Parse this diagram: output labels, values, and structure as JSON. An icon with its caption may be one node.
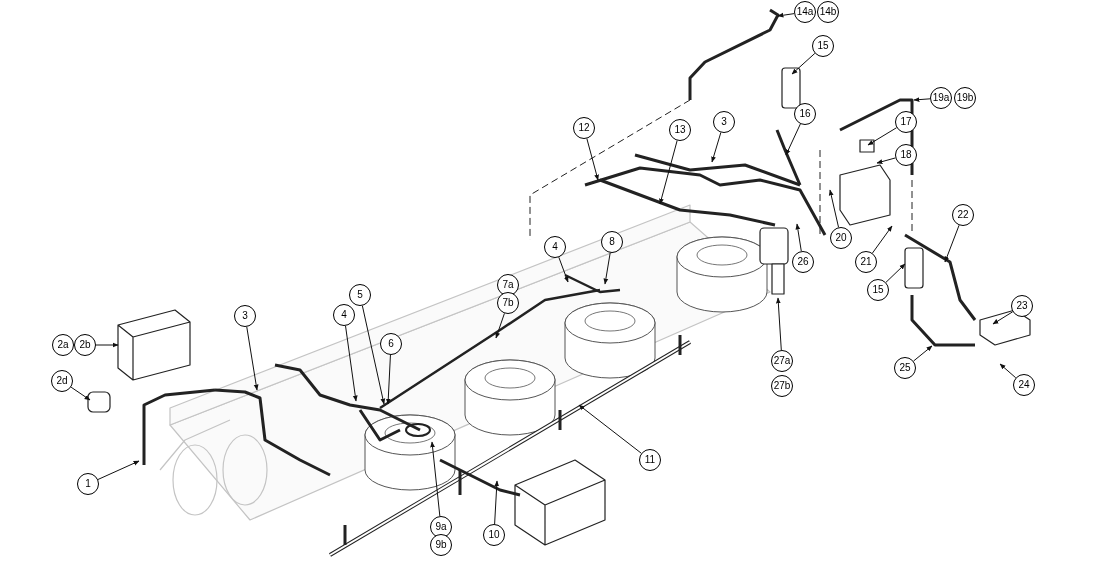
{
  "diagram": {
    "nodes": [
      {
        "text": [
          "14a"
        ]
      },
      {
        "text": [
          "14b"
        ]
      },
      {
        "text": [
          "15"
        ]
      },
      {
        "text": [
          "19a"
        ]
      },
      {
        "text": [
          "19b"
        ]
      },
      {
        "text": [
          "16"
        ]
      },
      {
        "text": [
          "3"
        ]
      },
      {
        "text": [
          "12"
        ]
      },
      {
        "text": [
          "13"
        ]
      },
      {
        "text": [
          "17"
        ]
      },
      {
        "text": [
          "18"
        ]
      },
      {
        "text": [
          "22"
        ]
      },
      {
        "text": [
          "20"
        ]
      },
      {
        "text": [
          "4"
        ]
      },
      {
        "text": [
          "8"
        ]
      },
      {
        "text": [
          "21"
        ]
      },
      {
        "text": [
          "26"
        ]
      },
      {
        "text": [
          "15"
        ]
      },
      {
        "text": [
          "7a"
        ]
      },
      {
        "text": [
          "7b"
        ]
      },
      {
        "text": [
          "5"
        ]
      },
      {
        "text": [
          "23"
        ]
      },
      {
        "text": [
          "4"
        ]
      },
      {
        "text": [
          "3"
        ]
      },
      {
        "text": [
          "2a"
        ]
      },
      {
        "text": [
          "2b"
        ]
      },
      {
        "text": [
          "6"
        ]
      },
      {
        "text": [
          "27a"
        ]
      },
      {
        "text": [
          "25"
        ]
      },
      {
        "text": [
          "24"
        ]
      },
      {
        "text": [
          "27b"
        ]
      },
      {
        "text": [
          "2d"
        ]
      },
      {
        "text": [
          "11"
        ]
      },
      {
        "text": [
          "1"
        ]
      },
      {
        "text": [
          "9a"
        ]
      },
      {
        "text": [
          "10"
        ]
      },
      {
        "text": [
          "9b"
        ]
      }
    ],
    "edges": [
      {
        "from": 0,
        "to": null,
        "arrow": "to"
      },
      {
        "from": 2,
        "to": null,
        "arrow": "to"
      },
      {
        "from": 3,
        "to": null,
        "arrow": "to"
      },
      {
        "from": 5,
        "to": null,
        "arrow": "to"
      },
      {
        "from": 6,
        "to": null,
        "arrow": "to"
      },
      {
        "from": 7,
        "to": null,
        "arrow": "to"
      },
      {
        "from": 8,
        "to": null,
        "arrow": "to"
      },
      {
        "from": 9,
        "to": null,
        "arrow": "to"
      },
      {
        "from": 10,
        "to": null,
        "arrow": "to"
      },
      {
        "from": 11,
        "to": null,
        "arrow": "to"
      },
      {
        "from": 12,
        "to": null,
        "arrow": "to"
      },
      {
        "from": 13,
        "to": null,
        "arrow": "to"
      },
      {
        "from": 14,
        "to": null,
        "arrow": "to"
      },
      {
        "from": 15,
        "to": null,
        "arrow": "to"
      },
      {
        "from": 16,
        "to": null,
        "arrow": "to"
      },
      {
        "from": 17,
        "to": null,
        "arrow": "to"
      },
      {
        "from": 19,
        "to": null,
        "arrow": "to"
      },
      {
        "from": 20,
        "to": null,
        "arrow": "to"
      },
      {
        "from": 21,
        "to": null,
        "arrow": "to"
      },
      {
        "from": 22,
        "to": null,
        "arrow": "to"
      },
      {
        "from": 23,
        "to": null,
        "arrow": "to"
      },
      {
        "from": 25,
        "to": null,
        "arrow": "to"
      },
      {
        "from": 26,
        "to": null,
        "arrow": "to"
      },
      {
        "from": 27,
        "to": null,
        "arrow": "to"
      },
      {
        "from": 28,
        "to": null,
        "arrow": "to"
      },
      {
        "from": 29,
        "to": null,
        "arrow": "to"
      },
      {
        "from": 31,
        "to": null,
        "arrow": "to"
      },
      {
        "from": 32,
        "to": null,
        "arrow": "to"
      },
      {
        "from": 33,
        "to": null,
        "arrow": "to"
      },
      {
        "from": 34,
        "to": null,
        "arrow": "to"
      },
      {
        "from": 35,
        "to": null,
        "arrow": "to"
      }
    ]
  }
}
